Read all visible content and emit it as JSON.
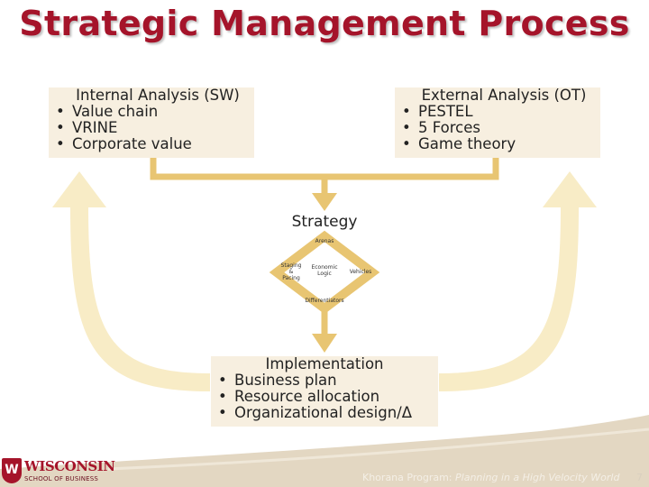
{
  "title": "Strategic Management Process",
  "internal": {
    "heading": "Internal Analysis (SW)",
    "items": [
      "Value chain",
      "VRINE",
      "Corporate value"
    ]
  },
  "external": {
    "heading": "External Analysis (OT)",
    "items": [
      "PESTEL",
      "5 Forces",
      "Game theory"
    ]
  },
  "strategy": {
    "label": "Strategy",
    "diamond": {
      "top": "Arenas",
      "left_line1": "Staging",
      "left_line2": "&",
      "left_line3": "Pacing",
      "center_line1": "Economic",
      "center_line2": "Logic",
      "right": "Vehicles",
      "bottom": "Differentiators"
    }
  },
  "implementation": {
    "heading": "Implementation",
    "items": [
      "Business plan",
      "Resource allocation",
      "Organizational design/Δ"
    ]
  },
  "footer": {
    "program": "Khorana Program:",
    "course": "Planning in a High Velocity World",
    "page": "7"
  },
  "logo": {
    "crest": "W",
    "name": "WISCONSIN",
    "sub": "SCHOOL OF BUSINESS"
  },
  "colors": {
    "title": "#a5142a",
    "box_fill": "#f7efe0",
    "arrow_fill": "#f8ecc6",
    "connector": "#e8c572"
  }
}
